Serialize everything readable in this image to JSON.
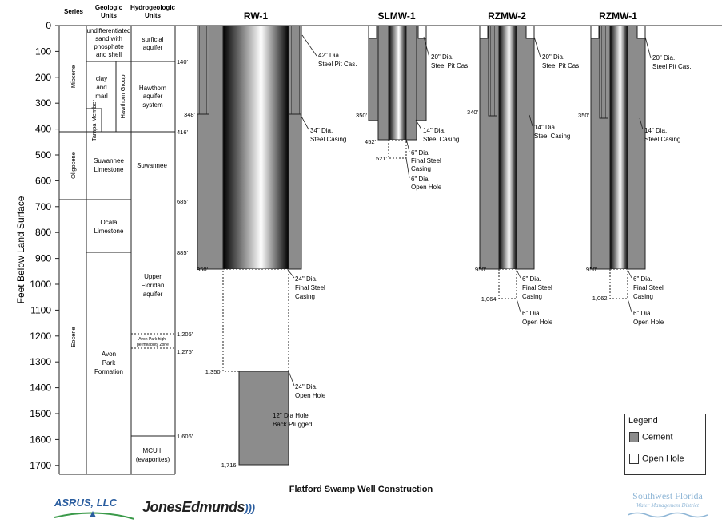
{
  "columns": {
    "series": "Series",
    "geologic": [
      "Geologic",
      "Units"
    ],
    "hydro": [
      "Hydrogeologic",
      "Units"
    ]
  },
  "axis": {
    "ylabel": "Feet Below Land Surface",
    "ticks": [
      "0",
      "100",
      "200",
      "300",
      "400",
      "500",
      "600",
      "700",
      "800",
      "900",
      "1000",
      "1100",
      "1200",
      "1300",
      "1400",
      "1500",
      "1600",
      "1700"
    ]
  },
  "series_units": [
    "Miocene",
    "Oligocene",
    "Eocene"
  ],
  "geologic_units": {
    "sand": [
      "undifferentiated",
      "sand with",
      "phosphate",
      "and shell"
    ],
    "clay": [
      "clay",
      "and",
      "marl"
    ],
    "hawthorn_group": "Hawthorn Group",
    "tampa": "Tampa Member",
    "suwannee": [
      "Suwannee",
      "Limestone"
    ],
    "ocala": [
      "Ocala",
      "Limestone"
    ],
    "avon": [
      "Avon",
      "Park",
      "Formation"
    ]
  },
  "hydro_units": {
    "surficial": [
      "surficial",
      "aquifer"
    ],
    "hawthorn": [
      "Hawthorn",
      "aquifer",
      "system"
    ],
    "upper_floridan": [
      "Upper",
      "Floridan",
      "aquifer"
    ],
    "avon_zone": [
      "Avon Park high-",
      "permeability Zone"
    ],
    "mcu": [
      "MCU II",
      "(evaporites)"
    ]
  },
  "depth_marks": [
    "140'",
    "416'",
    "685'",
    "885'",
    "1,205'",
    "1,275'",
    "1,606'"
  ],
  "wells": [
    {
      "name": "RW-1",
      "depths": [
        "348'",
        "950'",
        "1,350'",
        "1,716'"
      ],
      "notes": [
        [
          "42\" Dia.",
          "Steel Pit Cas."
        ],
        [
          "34\" Dia.",
          "Steel Casing"
        ],
        [
          "24\" Dia.",
          "Final Steel",
          "Casing"
        ],
        [
          "24\" Dia.",
          "Open Hole"
        ],
        [
          "12\" Dia Hole",
          "Back Plugged"
        ]
      ]
    },
    {
      "name": "SLMW-1",
      "depths": [
        "350'",
        "452'",
        "521'"
      ],
      "notes": [
        [
          "20\" Dia.",
          "Steel Pit Cas."
        ],
        [
          "14\" Dia.",
          "Steel Casing"
        ],
        [
          "6\" Dia.",
          "Final Steel",
          "Casing"
        ],
        [
          "6\" Dia.",
          "Open Hole"
        ]
      ]
    },
    {
      "name": "RZMW-2",
      "depths": [
        "340'",
        "950'",
        "1,064'"
      ],
      "notes": [
        [
          "20\" Dia.",
          "Steel Pit Cas."
        ],
        [
          "14\" Dia.",
          "Steel Casing"
        ],
        [
          "6\" Dia.",
          "Final Steel",
          "Casing"
        ],
        [
          "6\" Dia.",
          "Open Hole"
        ]
      ]
    },
    {
      "name": "RZMW-1",
      "depths": [
        "350'",
        "950'",
        "1,062'"
      ],
      "notes": [
        [
          "20\" Dia.",
          "Steel Pit Cas."
        ],
        [
          "14\" Dia.",
          "Steel Casing"
        ],
        [
          "6\" Dia.",
          "Final Steel",
          "Casing"
        ],
        [
          "6\" Dia.",
          "Open Hole"
        ]
      ]
    }
  ],
  "legend": {
    "title": "Legend",
    "cement": "Cement",
    "open_hole": "Open Hole"
  },
  "caption": "Flatford Swamp Well Construction",
  "logos": {
    "asr": "ASRUS, LLC",
    "jones": "JonesEdmunds",
    "swf": [
      "Southwest Florida",
      "Water Management District"
    ]
  },
  "colors": {
    "cement": "#8c8c8c",
    "line": "#222222"
  }
}
